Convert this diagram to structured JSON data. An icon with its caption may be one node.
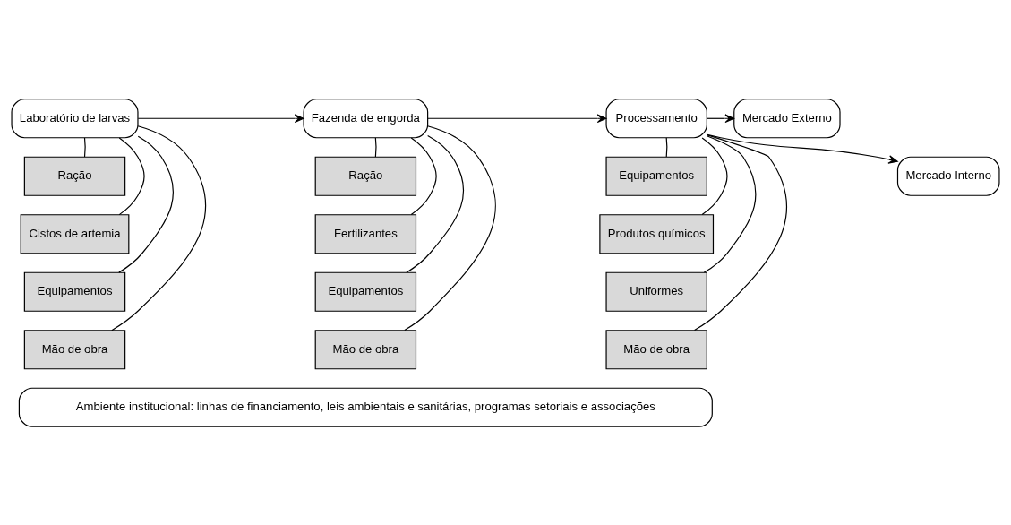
{
  "diagram": {
    "nodes": [
      {
        "text": [
          "Laboratório de larvas"
        ]
      },
      {
        "text": [
          "Ração"
        ]
      },
      {
        "text": [
          "Cistos de artemia"
        ]
      },
      {
        "text": [
          "Equipamentos"
        ]
      },
      {
        "text": [
          "Mão de obra"
        ]
      },
      {
        "text": [
          "Fazenda de engorda"
        ]
      },
      {
        "text": [
          "Ração"
        ]
      },
      {
        "text": [
          "Fertilizantes"
        ]
      },
      {
        "text": [
          "Equipamentos"
        ]
      },
      {
        "text": [
          "Mão de obra"
        ]
      },
      {
        "text": [
          "Processamento"
        ]
      },
      {
        "text": [
          "Equipamentos"
        ]
      },
      {
        "text": [
          "Produtos químicos"
        ]
      },
      {
        "text": [
          "Uniformes"
        ]
      },
      {
        "text": [
          "Mão de obra"
        ]
      },
      {
        "text": [
          "Mercado Externo"
        ]
      },
      {
        "text": [
          "Mercado Interno"
        ]
      },
      {
        "text": [
          "Ambiente institucional: linhas de financiamento, leis ambientais e sanitárias, programas setoriais e associações"
        ]
      }
    ],
    "edges": [
      {
        "from": 0,
        "to": 5,
        "arrow": "to"
      },
      {
        "from": 5,
        "to": 10,
        "arrow": "to"
      },
      {
        "from": 10,
        "to": 15,
        "arrow": "to"
      },
      {
        "from": 10,
        "to": 16,
        "arrow": "to"
      },
      {
        "from": 0,
        "to": 1,
        "arrow": "none"
      },
      {
        "from": 0,
        "to": 2,
        "arrow": "none"
      },
      {
        "from": 0,
        "to": 3,
        "arrow": "none"
      },
      {
        "from": 0,
        "to": 4,
        "arrow": "none"
      },
      {
        "from": 5,
        "to": 6,
        "arrow": "none"
      },
      {
        "from": 5,
        "to": 7,
        "arrow": "none"
      },
      {
        "from": 5,
        "to": 8,
        "arrow": "none"
      },
      {
        "from": 5,
        "to": 9,
        "arrow": "none"
      },
      {
        "from": 10,
        "to": 11,
        "arrow": "none"
      },
      {
        "from": 10,
        "to": 12,
        "arrow": "none"
      },
      {
        "from": 10,
        "to": 13,
        "arrow": "none"
      },
      {
        "from": 10,
        "to": 14,
        "arrow": "none"
      }
    ]
  }
}
